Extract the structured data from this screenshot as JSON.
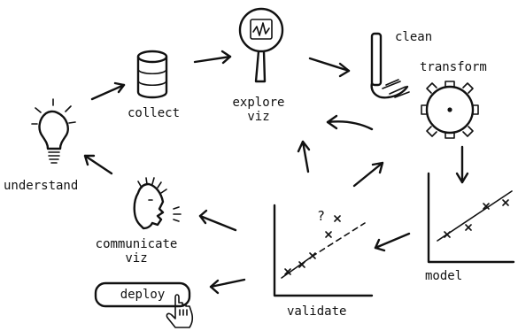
{
  "labels": {
    "understand": "understand",
    "collect": "collect",
    "explore_line1": "explore",
    "explore_line2": "viz",
    "clean": "clean",
    "transform": "transform",
    "model": "model",
    "validate": "validate",
    "communicate_line1": "communicate",
    "communicate_line2": "viz",
    "deploy": "deploy",
    "question_mark": "?"
  }
}
